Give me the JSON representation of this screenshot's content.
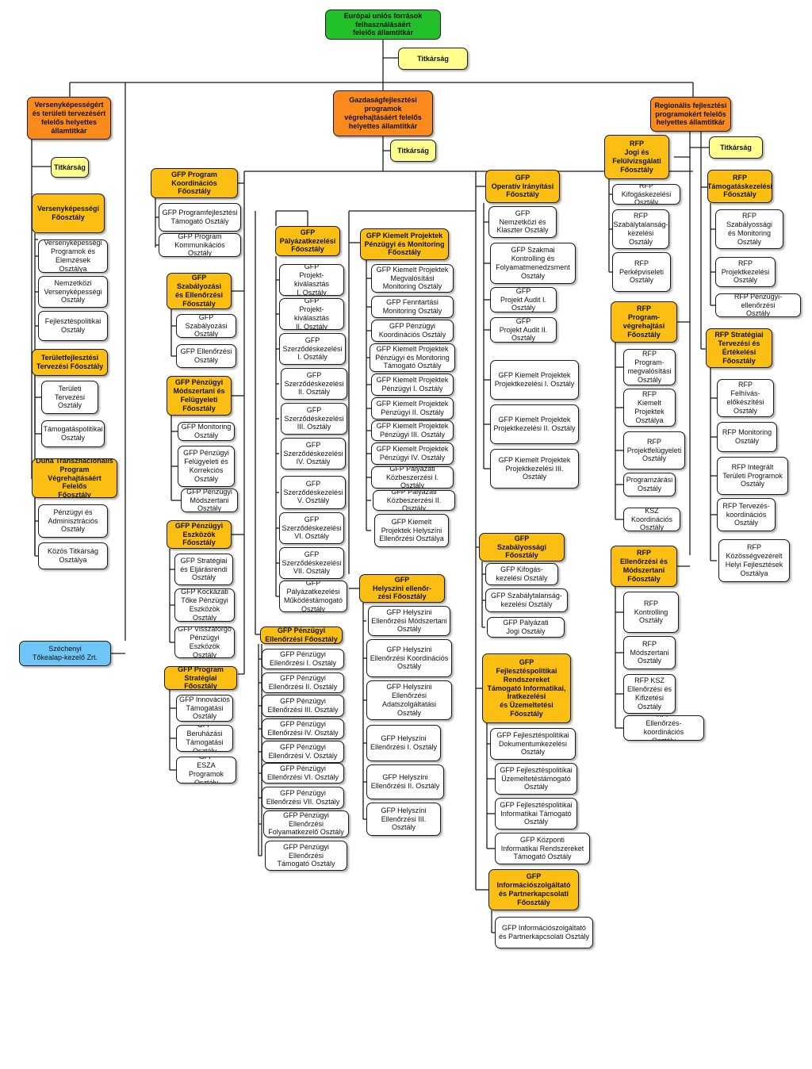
{
  "colors": {
    "top": "#22c02a",
    "deputy": "#fb8a1c",
    "department": "#fbbf14",
    "secretariat": "#ffff8e",
    "unit": "#ffffff",
    "company": "#6ec6f7",
    "line": "#1a1a1a"
  },
  "top": {
    "label": "Európai uniós források\nfelhasználásáért\nfelelős államtitkár",
    "secretariat": "Titkárság"
  },
  "company": "Széchenyi\nTőkealap-kezelő Zrt.",
  "left": {
    "head": "Versenyképességért\nés területi tervezésért\nfelelős helyettes\nállamtitkár",
    "secretariat": "Titkárság",
    "departments": [
      {
        "name": "Versenyképességi\nFőosztály",
        "units": [
          "Versenyképességi\nProgramok és\nElemzések Osztálya",
          "Nemzetközi\nVersenyképességi\nOsztály",
          "Fejlesztéspolitikai\nOsztály"
        ]
      },
      {
        "name": "Területfejlesztési\nTervezési Főosztály",
        "units": [
          "Területi\nTervezési\nOsztály",
          "Támogatáspolitikai\nOsztály"
        ]
      },
      {
        "name": "Duna Transznacionális\nProgram Végrehajtásáért\nFelelős\nFőosztály",
        "units": [
          "Pénzügyi és\nAdminisztrációs\nOsztály",
          "Közös Titkárság\nOsztálya"
        ]
      }
    ]
  },
  "center": {
    "head": "Gazdaságfejlesztési\nprogramok\nvégrehajtásáért felelős\nhelyettes államtitkár",
    "secretariat": "Titkárság",
    "departments": [
      {
        "name": "GFP Program\nKoordinációs\nFőosztály",
        "units": [
          "GFP Programfejlesztési\nTámogató Osztály",
          "GFP Program\nKommunikációs Osztály"
        ]
      },
      {
        "name": "GFP\nSzabályozási\nés Ellenőrzési\nFőosztály",
        "units": [
          "GFP Szabályozási\nOsztály",
          "GFP Ellenőrzési\nOsztály"
        ]
      },
      {
        "name": "GFP Pénzügyi\nMódszertani és\nFelügyeleti\nFőosztály",
        "units": [
          "GFP Monitoring\nOsztály",
          "GFP Pénzügyi\nFelügyeleti és\nKorrekciós\nOsztály",
          "GFP Pénzügyi\nMódszertani\nOsztály"
        ]
      },
      {
        "name": "GFP Pénzügyi\nEszközök\nFőosztály",
        "units": [
          "GFP Stratégiai\nés Eljárásrendi\nOsztály",
          "GFP Kockázati\nTőke Pénzügyi\nEszközök Osztály",
          "GFP Visszaforgó\nPénzügyi\nEszközök Osztály"
        ]
      },
      {
        "name": "GFP Program\nStratégiai Főosztály",
        "units": [
          "GFP Innovációs\nTámogatási\nOsztály",
          "GFP Beruházási\nTámogatási\nOsztály",
          "GFP\nESZA Programok\nOsztály"
        ]
      },
      {
        "name": "GFP\nPályázatkezelési\nFőosztály",
        "units": [
          "GFP\nProjekt-kiválasztás\nI. Osztály",
          "GFP\nProjekt-kiválasztás\nII. Osztály",
          "GFP\nSzerződéskezelési\nI. Osztály",
          "GFP\nSzerződéskezelési\nII. Osztály",
          "GFP\nSzerződéskezelési\nIII. Osztály",
          "GFP\nSzerződéskezelési\nIV. Osztály",
          "GFP\nSzerződéskezelési\nV. Osztály",
          "GFP\nSzerződéskezelési\nVI. Osztály",
          "GFP\nSzerződéskezelési\nVII. Osztály",
          "GFP Pályázatkezelési\nMűködéstámogató\nOsztály"
        ]
      },
      {
        "name": "GFP Pénzügyi\nEllenőrzési Főosztály",
        "units": [
          "GFP Pénzügyi\nEllenőrzési I. Osztály",
          "GFP Pénzügyi\nEllenőrzési II. Osztály",
          "GFP Pénzügyi\nEllenőrzési III. Osztály",
          "GFP Pénzügyi\nEllenőrzési IV. Osztály",
          "GFP Pénzügyi\nEllenőrzési V. Osztály",
          "GFP Pénzügyi\nEllenőrzési VI. Osztály",
          "GFP Pénzügyi\nEllenőrzési VII. Osztály",
          "GFP Pénzügyi Ellenőrzési\nFolyamatkezelő Osztály",
          "GFP Pénzügyi\nEllenőrzési\nTámogató Osztály"
        ]
      },
      {
        "name": "GFP Kiemelt Projektek\nPénzügyi és Monitoring\nFőosztály",
        "units": [
          "GFP Kiemelt Projektek\nMegvalósítási\nMonitoring Osztály",
          "GFP Fenntartási\nMonitoring Osztály",
          "GFP Pénzügyi\nKoordinációs Osztály",
          "GFP Kiemelt Projektek\nPénzügyi és Monitoring\nTámogató Osztály",
          "GFP Kiemelt Projektek\nPénzügyi I. Osztály",
          "GFP Kiemelt Projektek\nPénzügyi II. Osztály",
          "GFP Kiemelt Projektek\nPénzügyi III. Osztály",
          "GFP Kiemelt Projektek\nPénzügyi IV. Osztály",
          "GFP Pályázati\nKözbeszerzési I. Osztály",
          "GFP Pályázati\nKözbeszerzési II. Osztály",
          "GFP Kiemelt\nProjektek Helyszíni\nEllenőrzési Osztálya"
        ]
      },
      {
        "name": "GFP\nHelyszíni ellenőr-\nzési Főosztály",
        "units": [
          "GFP Helyszíni\nEllenőrzési Módszertani\nOsztály",
          "GFP Helyszíni\nEllenőrzési Koordinációs\nOsztály",
          "GFP Helyszíni Ellenőrzési\nAdatszolgáltatási\nOsztály",
          "GFP Helyszíni\nEllenőrzési I. Osztály",
          "GFP Helyszíni\nEllenőrzési II. Osztály",
          "GFP Helyszíni\nEllenőrzési III. Osztály"
        ]
      },
      {
        "name": "GFP\nOperatív Irányítási\nFőosztály",
        "units": [
          "GFP\nNemzetközi és\nKlaszter Osztály",
          "GFP Szakmai\nKontrolling és\nFolyamatmenedzsment\nOsztály",
          "GFP\nProjekt Audit I.\nOsztály",
          "GFP\nProjekt Audit II.\nOsztály",
          "GFP Kiemelt Projektek\nProjektkezelési I. Osztály",
          "GFP Kiemelt Projektek\nProjektkezelési II. Osztály",
          "GFP Kiemelt Projektek\nProjektkezelési III. Osztály"
        ]
      },
      {
        "name": "GFP\nSzabályossági\nFőosztály",
        "units": [
          "GFP Kifogás-\nkezelési Osztály",
          "GFP Szabálytalanság-\nkezelési Osztály",
          "GFP Pályázati\nJogi Osztály"
        ]
      },
      {
        "name": "GFP\nFejlesztéspolitikai\nRendszereket\nTámogató Informatikai,\nIratkezelési\nés Üzemeltetési\nFőosztály",
        "units": [
          "GFP Fejlesztéspolitikai\nDokumentumkezelési\nOsztály",
          "GFP Fejlesztéspolitikai\nÜzemeltetéstámogató\nOsztály",
          "GFP Fejlesztéspolitikai\nInformatikai Támogató\nOsztály",
          "GFP Központi\nInformatikai Rendszereket\nTámogató Osztály"
        ]
      },
      {
        "name": "GFP\nInformációszolgáltató\nés Partnerkapcsolati\nFőosztály",
        "units": [
          "GFP Információszolgáltató\nés Partnerkapcsolati Osztály"
        ]
      }
    ]
  },
  "right": {
    "head": "Regionális fejlesztési\nprogramokért felelős\nhelyettes államtitkár",
    "secretariat": "Titkárság",
    "departments": [
      {
        "name": "RFP\nJogi és\nFelülvizsgálati\nFőosztály",
        "units": [
          "RFP Kifogáskezelési\nOsztály",
          "RFP\nSzabálytalanság-\nkezelési\nOsztály",
          "RFP\nPerképviseleti\nOsztály"
        ]
      },
      {
        "name": "RFP\nProgram-\nvégrehajtási\nFőosztály",
        "units": [
          "RFP\nProgram-\nmegvalósítási\nOsztály",
          "RFP\nKiemelt\nProjektek\nOsztálya",
          "RFP\nProjektfelügyeleti\nOsztály",
          "Programzárási\nOsztály",
          "KSZ Koordinációs\nOsztály"
        ]
      },
      {
        "name": "RFP\nEllenőrzési és\nMódszertani\nFőosztály",
        "units": [
          "RFP\nKontrolling\nOsztály",
          "RFP\nMódszertani\nOsztály",
          "RFP KSZ\nEllenőrzési és\nKifizetési\nOsztály",
          "RFP\nEllenőrzés-koordinációs\nOsztály"
        ]
      },
      {
        "name": "RFP\nTámogatáskezelési\nFőosztály",
        "units": [
          "RFP Szabályossági\nés Monitoring\nOsztály",
          "RFP\nProjektkezelési\nOsztály",
          "RFP Pénzügyi-ellenőrzési\nOsztály"
        ]
      },
      {
        "name": "RFP Stratégiai\nTervezési és\nÉrtékelési\nFőosztály",
        "units": [
          "RFP\nFelhívás-\nelőkészítési\nOsztály",
          "RFP Monitoring\nOsztály",
          "RFP Integrált\nTerületi Programok\nOsztály",
          "RFP Tervezés-\nkoordinációs\nOsztály",
          "RFP\nKözösségvezérelt\nHelyi Fejlesztések\nOsztálya"
        ]
      }
    ]
  }
}
